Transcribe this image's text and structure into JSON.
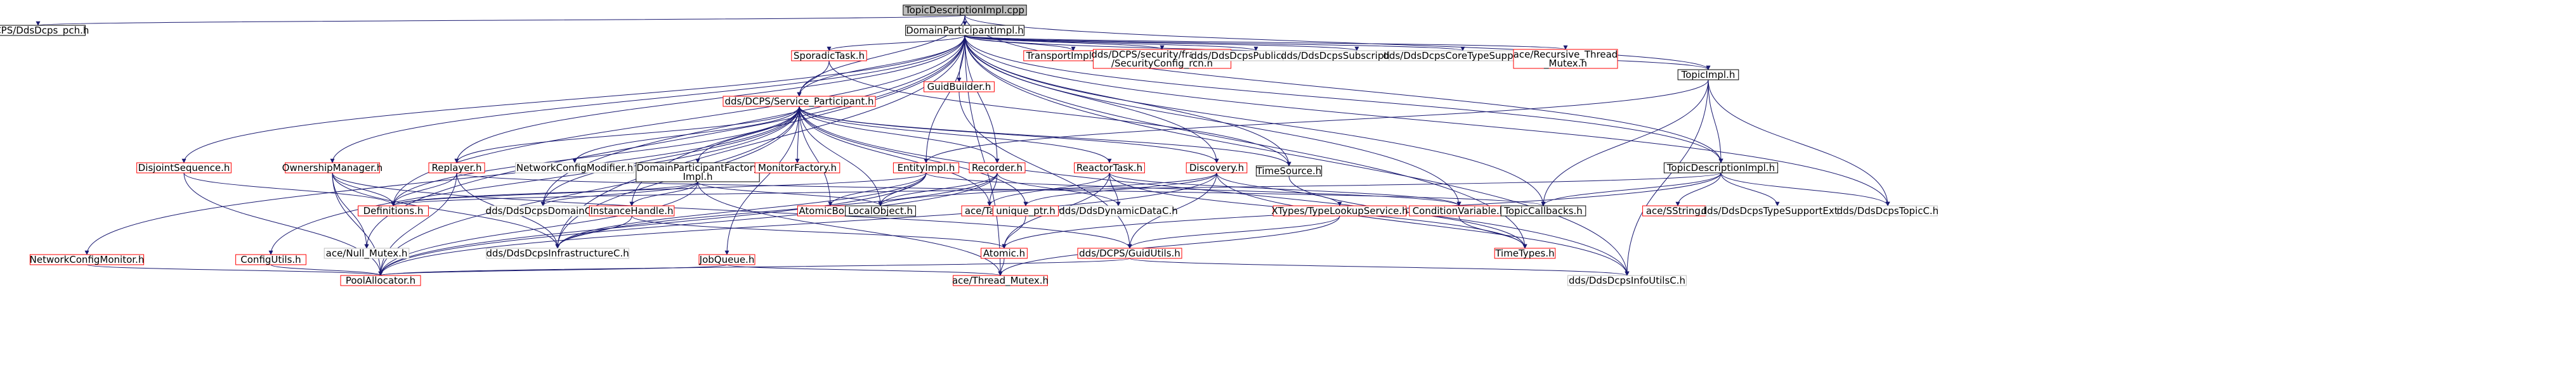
{
  "colors": {
    "edge": "#191970",
    "box_border_normal": "#000000",
    "box_border_red": "#ff0000",
    "box_border_gray": "#bfbfbf",
    "root_fill": "#bfbfbf",
    "box_fill": "#ffffff",
    "text": "#000000"
  },
  "nodes": [
    {
      "id": "n_root",
      "label": "TopicDescriptionImpl.cpp",
      "style": "root"
    },
    {
      "id": "n_pch",
      "label": "DCPS/DdsDcps_pch.h",
      "style": "normal"
    },
    {
      "id": "n_dpi",
      "label": "DomainParticipantImpl.h",
      "style": "normal"
    },
    {
      "id": "n_sporadic",
      "label": "SporadicTask.h",
      "style": "red"
    },
    {
      "id": "n_transport",
      "label": "TransportImpl_rch.h",
      "style": "red"
    },
    {
      "id": "n_secfw",
      "label": [
        "dds/DCPS/security/framework",
        "/SecurityConfig_rch.h"
      ],
      "style": "red"
    },
    {
      "id": "n_pubC",
      "label": "dds/DdsDcpsPublicationC.h",
      "style": "gray"
    },
    {
      "id": "n_subExtC",
      "label": "dds/DdsDcpsSubscriptionExtC.h",
      "style": "gray"
    },
    {
      "id": "n_coreTS",
      "label": "dds/DdsDcpsCoreTypeSupportC.h",
      "style": "gray"
    },
    {
      "id": "n_recmutex",
      "label": [
        "ace/Recursive_Thread",
        "_Mutex.h"
      ],
      "style": "red"
    },
    {
      "id": "n_topicimpl",
      "label": "TopicImpl.h",
      "style": "normal"
    },
    {
      "id": "n_guidbuilder",
      "label": "GuidBuilder.h",
      "style": "red"
    },
    {
      "id": "n_svc",
      "label": "dds/DCPS/Service_Participant.h",
      "style": "red"
    },
    {
      "id": "n_disjoint",
      "label": "DisjointSequence.h",
      "style": "red"
    },
    {
      "id": "n_ownership",
      "label": "OwnershipManager.h",
      "style": "red"
    },
    {
      "id": "n_replayer",
      "label": "Replayer.h",
      "style": "red"
    },
    {
      "id": "n_netcfgmod",
      "label": "NetworkConfigModifier.h",
      "style": "gray"
    },
    {
      "id": "n_dpfactory",
      "label": [
        "DomainParticipantFactory",
        "Impl.h"
      ],
      "style": "normal"
    },
    {
      "id": "n_monfactory",
      "label": "MonitorFactory.h",
      "style": "red"
    },
    {
      "id": "n_entityimpl",
      "label": "EntityImpl.h",
      "style": "red"
    },
    {
      "id": "n_recorder",
      "label": "Recorder.h",
      "style": "red"
    },
    {
      "id": "n_reactortask",
      "label": "ReactorTask.h",
      "style": "red"
    },
    {
      "id": "n_discovery",
      "label": "Discovery.h",
      "style": "red"
    },
    {
      "id": "n_timesource",
      "label": "TimeSource.h",
      "style": "normal"
    },
    {
      "id": "n_tdi",
      "label": "TopicDescriptionImpl.h",
      "style": "normal"
    },
    {
      "id": "n_netcfgmon",
      "label": "NetworkConfigMonitor.h",
      "style": "red"
    },
    {
      "id": "n_configutils",
      "label": "ConfigUtils.h",
      "style": "red"
    },
    {
      "id": "n_definitions",
      "label": "Definitions.h",
      "style": "red"
    },
    {
      "id": "n_domainC",
      "label": "dds/DdsDcpsDomainC.h",
      "style": "gray"
    },
    {
      "id": "n_instancehandle",
      "label": "InstanceHandle.h",
      "style": "red"
    },
    {
      "id": "n_atomicbool",
      "label": "AtomicBool.h",
      "style": "red"
    },
    {
      "id": "n_localobject",
      "label": "LocalObject.h",
      "style": "normal"
    },
    {
      "id": "n_acetask",
      "label": "ace/Task.h",
      "style": "red"
    },
    {
      "id": "n_dyndata",
      "label": "dds/DdsDynamicDataC.h",
      "style": "gray"
    },
    {
      "id": "n_uniqueptr",
      "label": "unique_ptr.h",
      "style": "red"
    },
    {
      "id": "n_xtypes",
      "label": "XTypes/TypeLookupService.h",
      "style": "red"
    },
    {
      "id": "n_condvar",
      "label": "ConditionVariable.h",
      "style": "red"
    },
    {
      "id": "n_topiccb",
      "label": "TopicCallbacks.h",
      "style": "normal"
    },
    {
      "id": "n_sstring",
      "label": "ace/SString.h",
      "style": "red"
    },
    {
      "id": "n_tsExtC",
      "label": "dds/DdsDcpsTypeSupportExtC.h",
      "style": "gray"
    },
    {
      "id": "n_topicC",
      "label": "dds/DdsDcpsTopicC.h",
      "style": "gray"
    },
    {
      "id": "n_acenull",
      "label": "ace/Null_Mutex.h",
      "style": "gray"
    },
    {
      "id": "n_infraC",
      "label": "dds/DdsDcpsInfrastructureC.h",
      "style": "gray"
    },
    {
      "id": "n_atomic",
      "label": "Atomic.h",
      "style": "red"
    },
    {
      "id": "n_guidutils",
      "label": "dds/DCPS/GuidUtils.h",
      "style": "red"
    },
    {
      "id": "n_timetypes",
      "label": "TimeTypes.h",
      "style": "red"
    },
    {
      "id": "n_jobqueue",
      "label": "JobQueue.h",
      "style": "red"
    },
    {
      "id": "n_poolalloc",
      "label": "PoolAllocator.h",
      "style": "red"
    },
    {
      "id": "n_threadmutex",
      "label": "ace/Thread_Mutex.h",
      "style": "red"
    },
    {
      "id": "n_infoutils",
      "label": "dds/DdsDcpsInfoUtilsC.h",
      "style": "gray"
    }
  ],
  "edges": [
    [
      "n_root",
      "n_pch"
    ],
    [
      "n_root",
      "n_dpi"
    ],
    [
      "n_root",
      "n_svc"
    ],
    [
      "n_root",
      "n_topicimpl"
    ],
    [
      "n_root",
      "n_tdi"
    ],
    [
      "n_dpi",
      "n_sporadic"
    ],
    [
      "n_dpi",
      "n_transport"
    ],
    [
      "n_dpi",
      "n_secfw"
    ],
    [
      "n_dpi",
      "n_pubC"
    ],
    [
      "n_dpi",
      "n_subExtC"
    ],
    [
      "n_dpi",
      "n_coreTS"
    ],
    [
      "n_dpi",
      "n_recmutex"
    ],
    [
      "n_dpi",
      "n_topicimpl"
    ],
    [
      "n_dpi",
      "n_guidbuilder"
    ],
    [
      "n_dpi",
      "n_svc"
    ],
    [
      "n_dpi",
      "n_disjoint"
    ],
    [
      "n_dpi",
      "n_ownership"
    ],
    [
      "n_dpi",
      "n_replayer"
    ],
    [
      "n_dpi",
      "n_entityimpl"
    ],
    [
      "n_dpi",
      "n_recorder"
    ],
    [
      "n_dpi",
      "n_tdi"
    ],
    [
      "n_dpi",
      "n_definitions"
    ],
    [
      "n_dpi",
      "n_domainC"
    ],
    [
      "n_dpi",
      "n_instancehandle"
    ],
    [
      "n_dpi",
      "n_infraC"
    ],
    [
      "n_dpi",
      "n_acenull"
    ],
    [
      "n_dpi",
      "n_timesource"
    ],
    [
      "n_dpi",
      "n_condvar"
    ],
    [
      "n_dpi",
      "n_timetypes"
    ],
    [
      "n_dpi",
      "n_topiccb"
    ],
    [
      "n_dpi",
      "n_topicC"
    ],
    [
      "n_dpi",
      "n_infoutils"
    ],
    [
      "n_dpi",
      "n_threadmutex"
    ],
    [
      "n_dpi",
      "n_discovery"
    ],
    [
      "n_sporadic",
      "n_svc"
    ],
    [
      "n_sporadic",
      "n_timesource"
    ],
    [
      "n_guidbuilder",
      "n_guidutils"
    ],
    [
      "n_svc",
      "n_netcfgmon"
    ],
    [
      "n_svc",
      "n_configutils"
    ],
    [
      "n_svc",
      "n_definitions"
    ],
    [
      "n_svc",
      "n_netcfgmod"
    ],
    [
      "n_svc",
      "n_dpfactory"
    ],
    [
      "n_svc",
      "n_monfactory"
    ],
    [
      "n_svc",
      "n_recorder"
    ],
    [
      "n_svc",
      "n_replayer"
    ],
    [
      "n_svc",
      "n_reactortask"
    ],
    [
      "n_svc",
      "n_discovery"
    ],
    [
      "n_svc",
      "n_timesource"
    ],
    [
      "n_svc",
      "n_domainC"
    ],
    [
      "n_svc",
      "n_infraC"
    ],
    [
      "n_svc",
      "n_localobject"
    ],
    [
      "n_svc",
      "n_atomicbool"
    ],
    [
      "n_svc",
      "n_jobqueue"
    ],
    [
      "n_svc",
      "n_poolalloc"
    ],
    [
      "n_svc",
      "n_uniqueptr"
    ],
    [
      "n_svc",
      "n_acetask"
    ],
    [
      "n_svc",
      "n_infoutils"
    ],
    [
      "n_disjoint",
      "n_definitions"
    ],
    [
      "n_disjoint",
      "n_poolalloc"
    ],
    [
      "n_ownership",
      "n_definitions"
    ],
    [
      "n_ownership",
      "n_acenull"
    ],
    [
      "n_ownership",
      "n_poolalloc"
    ],
    [
      "n_ownership",
      "n_guidutils"
    ],
    [
      "n_ownership",
      "n_infraC"
    ],
    [
      "n_replayer",
      "n_poolalloc"
    ],
    [
      "n_replayer",
      "n_infraC"
    ],
    [
      "n_replayer",
      "n_definitions"
    ],
    [
      "n_replayer",
      "n_topiccb"
    ],
    [
      "n_dpfactory",
      "n_definitions"
    ],
    [
      "n_dpfactory",
      "n_instancehandle"
    ],
    [
      "n_dpfactory",
      "n_localobject"
    ],
    [
      "n_dpfactory",
      "n_poolalloc"
    ],
    [
      "n_dpfactory",
      "n_threadmutex"
    ],
    [
      "n_dpfactory",
      "n_domainC"
    ],
    [
      "n_entityimpl",
      "n_localobject"
    ],
    [
      "n_entityimpl",
      "n_atomicbool"
    ],
    [
      "n_entityimpl",
      "n_definitions"
    ],
    [
      "n_entityimpl",
      "n_condvar"
    ],
    [
      "n_entityimpl",
      "n_poolalloc"
    ],
    [
      "n_entityimpl",
      "n_infraC"
    ],
    [
      "n_recorder",
      "n_acetask"
    ],
    [
      "n_recorder",
      "n_dyndata"
    ],
    [
      "n_recorder",
      "n_poolalloc"
    ],
    [
      "n_recorder",
      "n_infraC"
    ],
    [
      "n_recorder",
      "n_localobject"
    ],
    [
      "n_reactortask",
      "n_acetask"
    ],
    [
      "n_reactortask",
      "n_timetypes"
    ],
    [
      "n_reactortask",
      "n_condvar"
    ],
    [
      "n_reactortask",
      "n_atomic"
    ],
    [
      "n_reactortask",
      "n_dyndata"
    ],
    [
      "n_discovery",
      "n_xtypes"
    ],
    [
      "n_discovery",
      "n_uniqueptr"
    ],
    [
      "n_discovery",
      "n_poolalloc"
    ],
    [
      "n_discovery",
      "n_guidutils"
    ],
    [
      "n_discovery",
      "n_infoutils"
    ],
    [
      "n_discovery",
      "n_localobject"
    ],
    [
      "n_timesource",
      "n_timetypes"
    ],
    [
      "n_topicimpl",
      "n_tdi"
    ],
    [
      "n_topicimpl",
      "n_topicC"
    ],
    [
      "n_topicimpl",
      "n_entityimpl"
    ],
    [
      "n_topicimpl",
      "n_topiccb"
    ],
    [
      "n_topicimpl",
      "n_infoutils"
    ],
    [
      "n_tdi",
      "n_sstring"
    ],
    [
      "n_tdi",
      "n_tsExtC"
    ],
    [
      "n_tdi",
      "n_topicC"
    ],
    [
      "n_tdi",
      "n_topiccb"
    ],
    [
      "n_tdi",
      "n_atomic"
    ],
    [
      "n_tdi",
      "n_definitions"
    ],
    [
      "n_netcfgmon",
      "n_poolalloc"
    ],
    [
      "n_configutils",
      "n_poolalloc"
    ],
    [
      "n_instancehandle",
      "n_atomic"
    ],
    [
      "n_instancehandle",
      "n_infraC"
    ],
    [
      "n_uniqueptr",
      "n_atomic"
    ],
    [
      "n_xtypes",
      "n_guidutils"
    ],
    [
      "n_xtypes",
      "n_threadmutex"
    ],
    [
      "n_condvar",
      "n_timetypes"
    ],
    [
      "n_atomic",
      "n_threadmutex"
    ],
    [
      "n_guidutils",
      "n_poolalloc"
    ],
    [
      "n_guidutils",
      "n_infoutils"
    ],
    [
      "n_jobqueue",
      "n_poolalloc"
    ],
    [
      "n_jobqueue",
      "n_threadmutex"
    ]
  ]
}
